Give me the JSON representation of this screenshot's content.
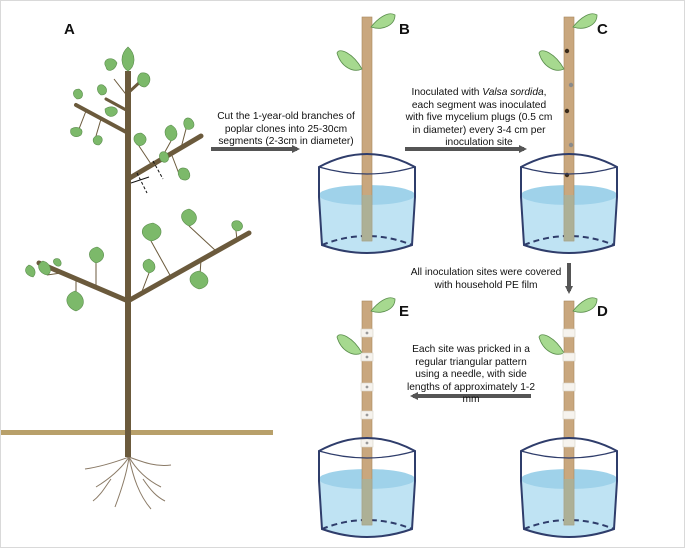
{
  "panels": {
    "a": "A",
    "b": "B",
    "c": "C",
    "d": "D",
    "e": "E"
  },
  "steps": {
    "a_to_b": "Cut the 1-year-old branches of poplar clones into 25-30cm segments  (2-3cm in diameter)",
    "b_to_c_prefix": "Inoculated with ",
    "b_to_c_species": "Valsa sordida",
    "b_to_c_suffix": ", each segment was inoculated with five mycelium plugs (0.5 cm in diameter) every 3-4 cm per inoculation site",
    "c_to_d": "All inoculation sites were covered with household PE film",
    "d_to_e": "Each site was pricked in a regular triangular pattern using a needle, with side lengths of approximately 1-2 mm"
  },
  "colors": {
    "trunk": "#6b5a3c",
    "leaf": "#7cb96a",
    "leaf_light": "#a6d98f",
    "segment": "#c9a77e",
    "water": "#bfe3f3",
    "arrow": "#555555",
    "ground": "#b8a06a"
  }
}
